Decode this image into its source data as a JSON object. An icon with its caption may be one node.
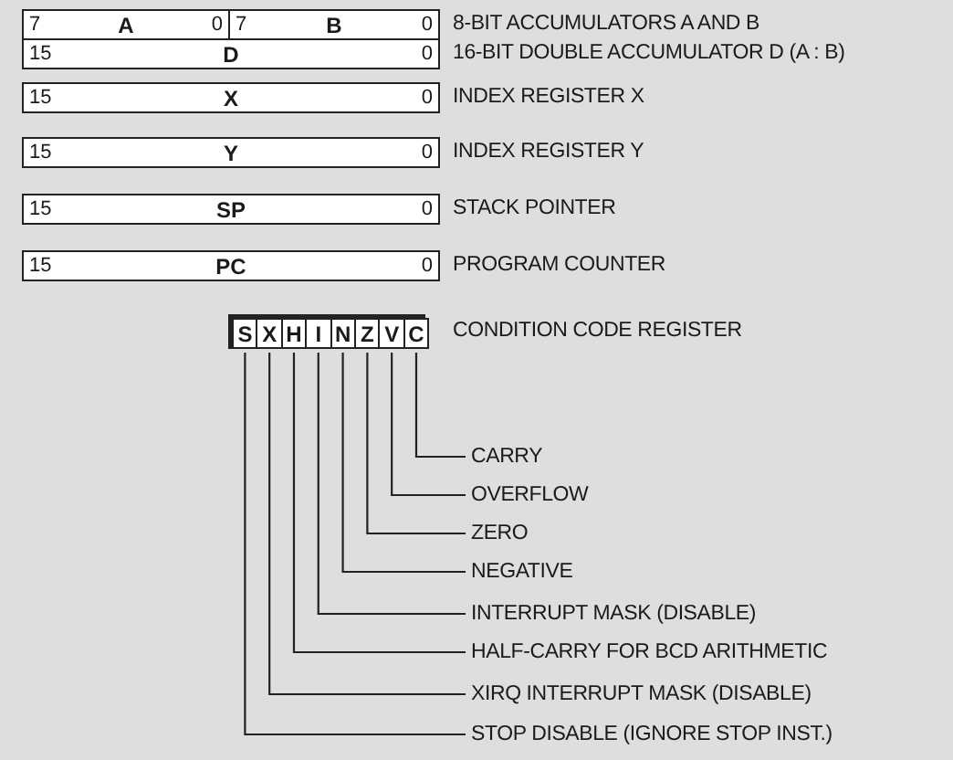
{
  "diagram": {
    "nodes": [
      {
        "text": [
          "7",
          "A",
          "0"
        ]
      },
      {
        "text": [
          "7",
          "B",
          "0"
        ],
        "beside": [
          "8-BIT ACCUMULATORS A AND B"
        ]
      },
      {
        "text": [
          "15",
          "D",
          "0"
        ],
        "beside": [
          "16-BIT DOUBLE ACCUMULATOR D (A : B)"
        ]
      },
      {
        "text": [
          "15",
          "X",
          "0"
        ],
        "beside": [
          "INDEX REGISTER X"
        ]
      },
      {
        "text": [
          "15",
          "Y",
          "0"
        ],
        "beside": [
          "INDEX REGISTER Y"
        ]
      },
      {
        "text": [
          "15",
          "SP",
          "0"
        ],
        "beside": [
          "STACK POINTER"
        ]
      },
      {
        "text": [
          "15",
          "PC",
          "0"
        ],
        "beside": [
          "PROGRAM COUNTER"
        ]
      },
      {
        "text": [],
        "shape": "box",
        "beside": [
          "CONDITION CODE REGISTER"
        ]
      },
      {
        "text": [
          "S"
        ],
        "in": 7
      },
      {
        "text": [
          "X"
        ],
        "in": 7
      },
      {
        "text": [
          "H"
        ],
        "in": 7
      },
      {
        "text": [
          "I"
        ],
        "in": 7
      },
      {
        "text": [
          "N"
        ],
        "in": 7
      },
      {
        "text": [
          "Z"
        ],
        "in": 7
      },
      {
        "text": [
          "V"
        ],
        "in": 7
      },
      {
        "text": [
          "C"
        ],
        "in": 7
      },
      {
        "text": [
          "CARRY"
        ]
      },
      {
        "text": [
          "OVERFLOW"
        ]
      },
      {
        "text": [
          "ZERO"
        ]
      },
      {
        "text": [
          "NEGATIVE"
        ]
      },
      {
        "text": [
          "INTERRUPT MASK (DISABLE)"
        ]
      },
      {
        "text": [
          "HALF-CARRY FOR BCD ARITHMETIC"
        ]
      },
      {
        "text": [
          "XIRQ INTERRUPT MASK (DISABLE)"
        ]
      },
      {
        "text": [
          "STOP DISABLE (IGNORE STOP INST.)"
        ]
      }
    ],
    "edges": [
      {
        "from": 15,
        "to": 16,
        "arrow": "none"
      },
      {
        "from": 14,
        "to": 17,
        "arrow": "none"
      },
      {
        "from": 13,
        "to": 18,
        "arrow": "none"
      },
      {
        "from": 12,
        "to": 19,
        "arrow": "none"
      },
      {
        "from": 11,
        "to": 20,
        "arrow": "none"
      },
      {
        "from": 10,
        "to": 21,
        "arrow": "none"
      },
      {
        "from": 9,
        "to": 22,
        "arrow": "none"
      },
      {
        "from": 8,
        "to": 23,
        "arrow": "none"
      }
    ]
  }
}
